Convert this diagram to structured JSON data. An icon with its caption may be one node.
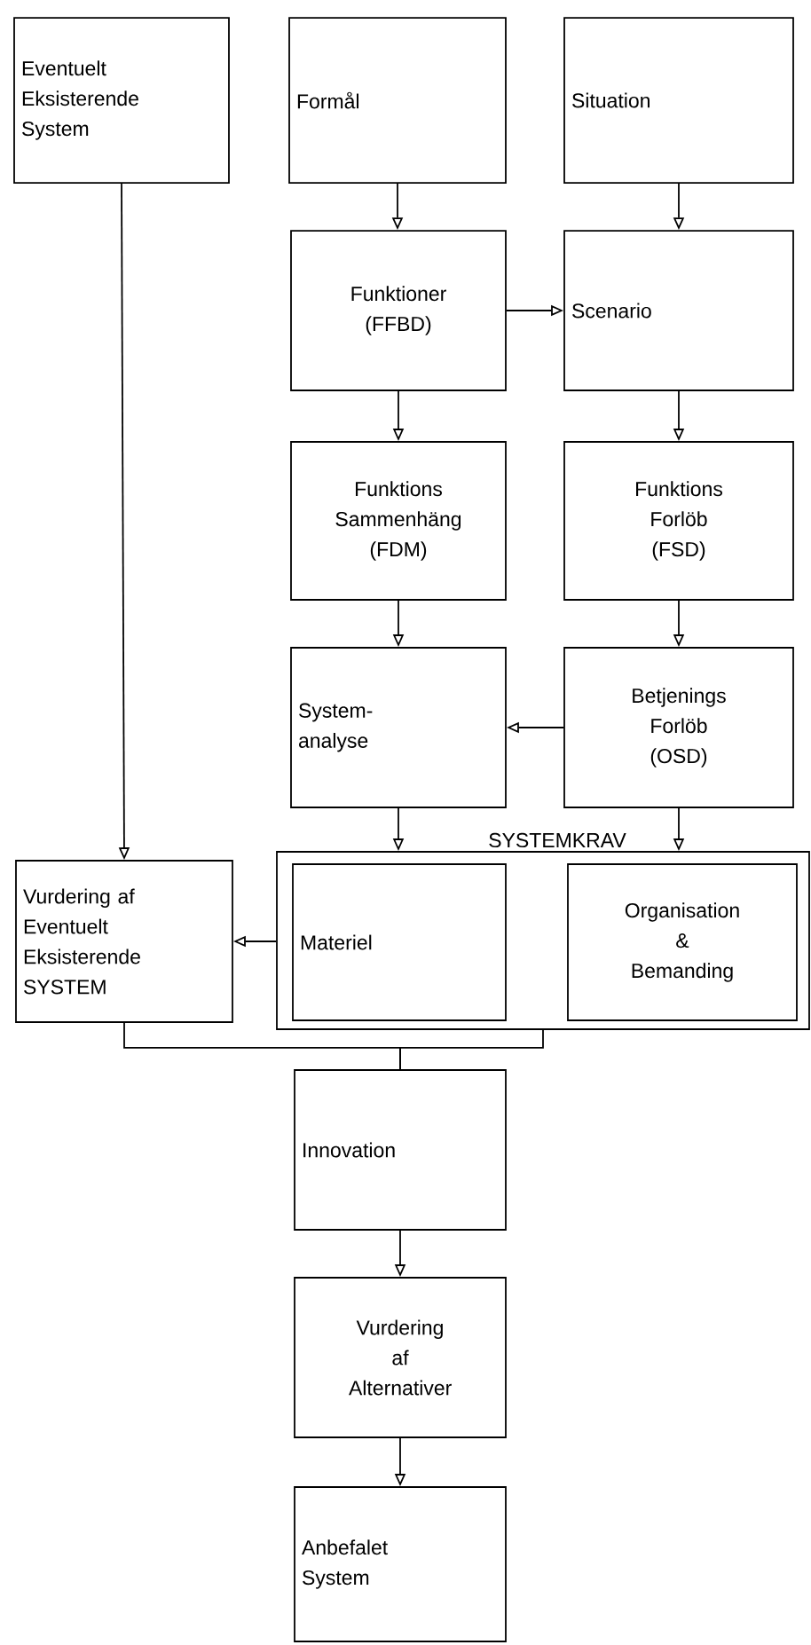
{
  "diagram": {
    "nodes": [
      {
        "text": [
          "Eventuelt Eksisterende System"
        ]
      },
      {
        "text": [
          "Formål"
        ]
      },
      {
        "text": [
          "Situation"
        ]
      },
      {
        "text": [
          "Funktioner (FFBD)"
        ]
      },
      {
        "text": [
          "Scenario"
        ]
      },
      {
        "text": [
          "Funktions Sammenhäng (FDM)"
        ]
      },
      {
        "text": [
          "Funktions Forlöb (FSD)"
        ]
      },
      {
        "text": [
          "System- analyse"
        ]
      },
      {
        "text": [
          "Betjenings Forlöb (OSD)"
        ]
      },
      {
        "text": [
          "SYSTEMKRAV"
        ]
      },
      {
        "text": [
          "Materiel"
        ],
        "in": 9
      },
      {
        "text": [
          "Organisation & Bemanding"
        ],
        "in": 9
      },
      {
        "text": [
          "Vurdering af Eventuelt Eksisterende SYSTEM"
        ]
      },
      {
        "text": [
          "Innovation"
        ]
      },
      {
        "text": [
          "Vurdering af Alternativer"
        ]
      },
      {
        "text": [
          "Anbefalet System"
        ]
      }
    ],
    "edges": [
      {
        "from": 0,
        "to": 12,
        "arrow": "to"
      },
      {
        "from": 1,
        "to": 3,
        "arrow": "to"
      },
      {
        "from": 2,
        "to": 4,
        "arrow": "to"
      },
      {
        "from": 3,
        "to": 4,
        "arrow": "to"
      },
      {
        "from": 3,
        "to": 5,
        "arrow": "to"
      },
      {
        "from": 4,
        "to": 6,
        "arrow": "to"
      },
      {
        "from": 5,
        "to": 7,
        "arrow": "to"
      },
      {
        "from": 6,
        "to": 8,
        "arrow": "to"
      },
      {
        "from": 8,
        "to": 7,
        "arrow": "to"
      },
      {
        "from": 7,
        "to": 9,
        "arrow": "to"
      },
      {
        "from": 8,
        "to": 9,
        "arrow": "to"
      },
      {
        "from": 9,
        "to": 12,
        "arrow": "to"
      },
      {
        "from": 12,
        "to": 13,
        "arrow": "none"
      },
      {
        "from": 9,
        "to": 13,
        "arrow": "none"
      },
      {
        "from": 13,
        "to": 14,
        "arrow": "to"
      },
      {
        "from": 14,
        "to": 15,
        "arrow": "to"
      }
    ]
  }
}
